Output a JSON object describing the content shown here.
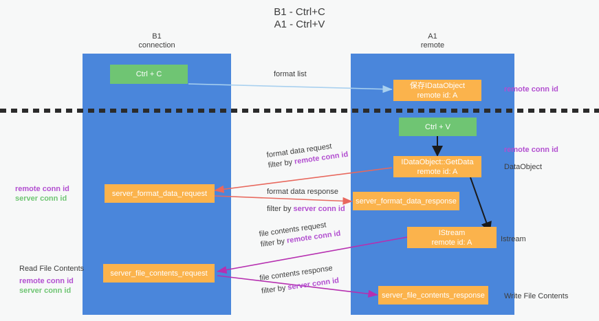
{
  "title": {
    "line1": "B1 - Ctrl+C",
    "line2": "A1 - Ctrl+V"
  },
  "columns": [
    {
      "id": "b1",
      "name": "B1",
      "subtitle": "connection"
    },
    {
      "id": "a1",
      "name": "A1",
      "subtitle": "remote"
    }
  ],
  "nodes": {
    "ctrl_c": {
      "line1": "Ctrl + C",
      "line2": ""
    },
    "save_idataobject": {
      "line1": "保存IDataObject",
      "line2": "remote id: A"
    },
    "ctrl_v": {
      "line1": "Ctrl + V",
      "line2": ""
    },
    "idataobject_getdata": {
      "line1": "IDataObject::GetData",
      "line2": "remote id: A"
    },
    "server_format_data_request": {
      "line1": "server_format_data_request",
      "line2": ""
    },
    "server_format_data_response": {
      "line1": "server_format_data_response",
      "line2": ""
    },
    "istream": {
      "line1": "IStream",
      "line2": "remote id: A"
    },
    "server_file_contents_request": {
      "line1": "server_file_contents_request",
      "line2": ""
    },
    "server_file_contents_response": {
      "line1": "server_file_contents_response",
      "line2": ""
    }
  },
  "edges": {
    "format_list": {
      "line1": "format list",
      "line2": ""
    },
    "format_data_request": {
      "line1": "format data request",
      "prefix2": "filter by ",
      "tag2": "remote conn id"
    },
    "format_data_response": {
      "line1": "format data response",
      "prefix2": "filter by ",
      "tag2": "server conn id"
    },
    "file_contents_request": {
      "line1": "file contents request",
      "prefix2": "filter by ",
      "tag2": "remote conn id"
    },
    "file_contents_response": {
      "line1": "file contents response",
      "prefix2": "filter by ",
      "tag2": "server conn id"
    }
  },
  "annotations": {
    "right_remote_conn_id_top": "remote conn id",
    "right_remote_conn_id_mid": "remote conn id",
    "right_dataobject": "DataObject",
    "right_istream": "Istream",
    "right_write_file_contents": "Write File Contents",
    "left_remote_conn_id_mid": "remote conn id",
    "left_server_conn_id_mid": "server conn id",
    "left_read_file_contents": "Read File Contents",
    "left_remote_conn_id_bottom": "remote conn id",
    "left_server_conn_id_bottom": "server conn id"
  },
  "colors": {
    "lane_blue": "#4a86db",
    "node_green": "#6fc573",
    "node_orange": "#fbb34c",
    "remote_tag": "#b24fd0",
    "server_tag": "#6fc573",
    "arrow_light_blue": "#a8d0ef",
    "arrow_red": "#e8685d",
    "arrow_magenta": "#b62fb0",
    "arrow_black": "#1a1a1a",
    "background": "#f7f8f8"
  }
}
